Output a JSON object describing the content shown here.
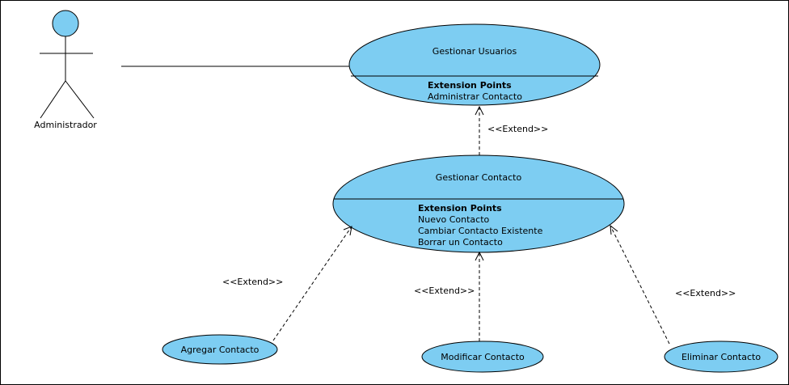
{
  "actor": {
    "name": "Administrador"
  },
  "use_cases": {
    "gestionar_usuarios": {
      "name": "Gestionar Usuarios",
      "ext_title": "Extension Points",
      "ext_points": [
        "Administrar Contacto"
      ]
    },
    "gestionar_contacto": {
      "name": "Gestionar Contacto",
      "ext_title": "Extension Points",
      "ext_points": [
        "Nuevo Contacto",
        "Cambiar Contacto Existente",
        "Borrar un Contacto"
      ]
    },
    "agregar_contacto": {
      "name": "Agregar Contacto"
    },
    "modificar_contacto": {
      "name": "Modificar Contacto"
    },
    "eliminar_contacto": {
      "name": "Eliminar Contacto"
    }
  },
  "relations": {
    "extend_usuarios": "<<Extend>>",
    "extend_agregar": "<<Extend>>",
    "extend_modificar": "<<Extend>>",
    "extend_eliminar": "<<Extend>>"
  },
  "colors": {
    "fill": "#7dcdf2",
    "stroke": "#000000",
    "background": "#ffffff"
  }
}
